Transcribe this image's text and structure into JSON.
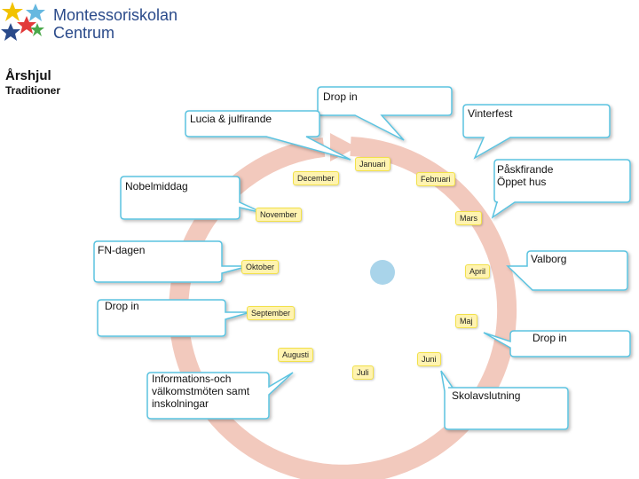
{
  "logo": {
    "line1": "Montessoriskolan",
    "line2": "Centrum"
  },
  "header": {
    "title": "Årshjul",
    "subtitle": "Traditioner"
  },
  "months": {
    "januari": "Januari",
    "februari": "Februari",
    "mars": "Mars",
    "april": "April",
    "maj": "Maj",
    "juni": "Juni",
    "juli": "Juli",
    "augusti": "Augusti",
    "september": "September",
    "oktober": "Oktober",
    "november": "November",
    "december": "December"
  },
  "events": {
    "drop_in_top": "Drop in",
    "vinterfest": "Vinterfest",
    "lucia": "Lucia & julfirande",
    "paskfirande_1": "Påskfirande",
    "paskfirande_2": "Öppet hus",
    "nobelmiddag": "Nobelmiddag",
    "fn_dagen": "FN-dagen",
    "valborg": "Valborg",
    "drop_in_left": "Drop in",
    "drop_in_right": "Drop in",
    "informationsmoten": "Informations-och välkomstmöten samt inskolningar",
    "skolavslutning": "Skolavslutning"
  },
  "colors": {
    "ring": "#f2c9bd",
    "month_fill": "#fff3b0",
    "month_border": "#f2e14a",
    "callout_border": "#5bc3e0",
    "center_dot": "#a9d4ea"
  }
}
